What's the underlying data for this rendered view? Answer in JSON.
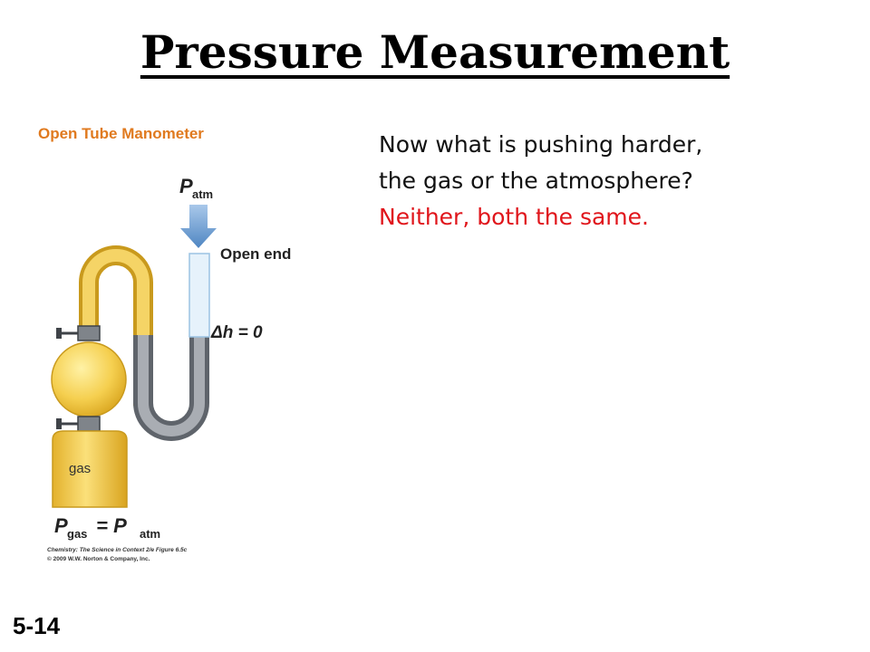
{
  "slide": {
    "title": "Pressure Measurement",
    "subtitle": "Open Tube Manometer",
    "question_line1": "Now what is pushing harder,",
    "question_line2": "the gas or the atmosphere?",
    "answer": "Neither, both the same.",
    "slide_number": "5-14"
  },
  "figure": {
    "p_atm_main": "P",
    "p_atm_sub": "atm",
    "open_end": "Open end",
    "delta_h": "Δh = 0",
    "gas_label": "gas",
    "eq_p1": "P",
    "eq_sub1": "gas",
    "eq_equals": " = P",
    "eq_sub2": "atm",
    "credit_line1": "Chemistry: The Science in Context 2/e  Figure 6.5c",
    "credit_line2": "© 2009 W.W. Norton & Company, Inc."
  },
  "colors": {
    "title": "#000000",
    "subtitle": "#e07a1f",
    "answer": "#e0151b",
    "gas_yellow": "#f2c84b",
    "mercury_gray": "#7a7f86",
    "arrow_blue": "#6f9fd0"
  }
}
